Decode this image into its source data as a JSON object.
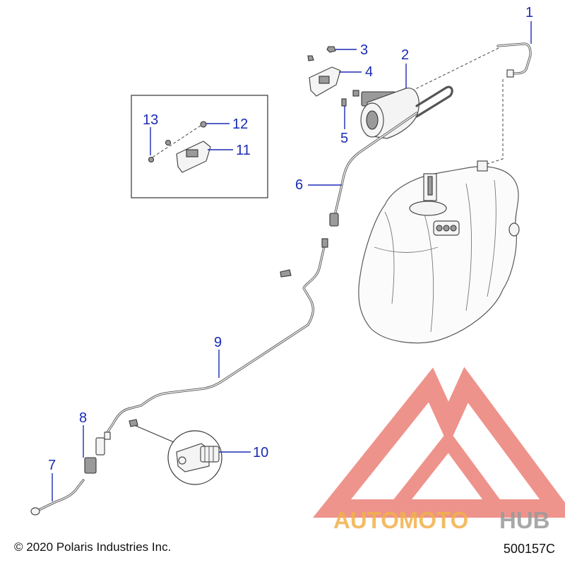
{
  "callouts": [
    "1",
    "2",
    "3",
    "4",
    "5",
    "6",
    "7",
    "8",
    "9",
    "10",
    "11",
    "12",
    "13"
  ],
  "footer": {
    "copyright": "© 2020 Polaris Industries Inc.",
    "part_number": "500157C"
  },
  "watermark": {
    "text_a": "AUTOMOTO",
    "text_b": "HUB",
    "color_a": "#f2b14a",
    "color_b": "#9a9a9a",
    "logo_color": "#e8665c"
  }
}
